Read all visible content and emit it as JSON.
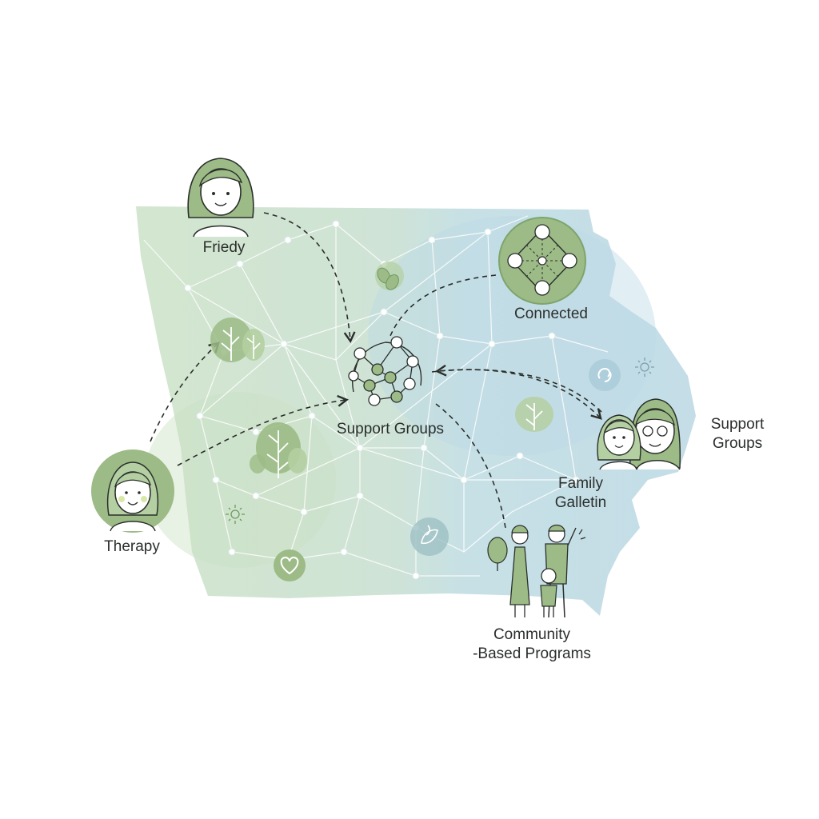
{
  "colors": {
    "sage": "#9cbb86",
    "sage_dark": "#6f9862",
    "map_green": "#cfe3cf",
    "map_blue": "#c6e0e6",
    "network_line": "#ffffff",
    "ink": "#2b2f2c"
  },
  "labels": {
    "friedy": "Friedy",
    "connected": "Connected",
    "support_groups_center": "Support Groups",
    "support_groups_right_line1": "Support",
    "support_groups_right_line2": "Groups",
    "family_line1": "Family",
    "family_line2": "Galletin",
    "therapy": "Therapy",
    "community_line1": "Community",
    "community_line2": "-Based Programs"
  },
  "icons": [
    "woman-portrait-icon",
    "therapy-portrait-icon",
    "connected-circle-icon",
    "network-cluster-icon",
    "family-portrait-icon",
    "community-family-icon",
    "tree-icon",
    "heart-badge-icon",
    "link-badge-icon",
    "sun-icon",
    "leaf-pair-icon"
  ]
}
